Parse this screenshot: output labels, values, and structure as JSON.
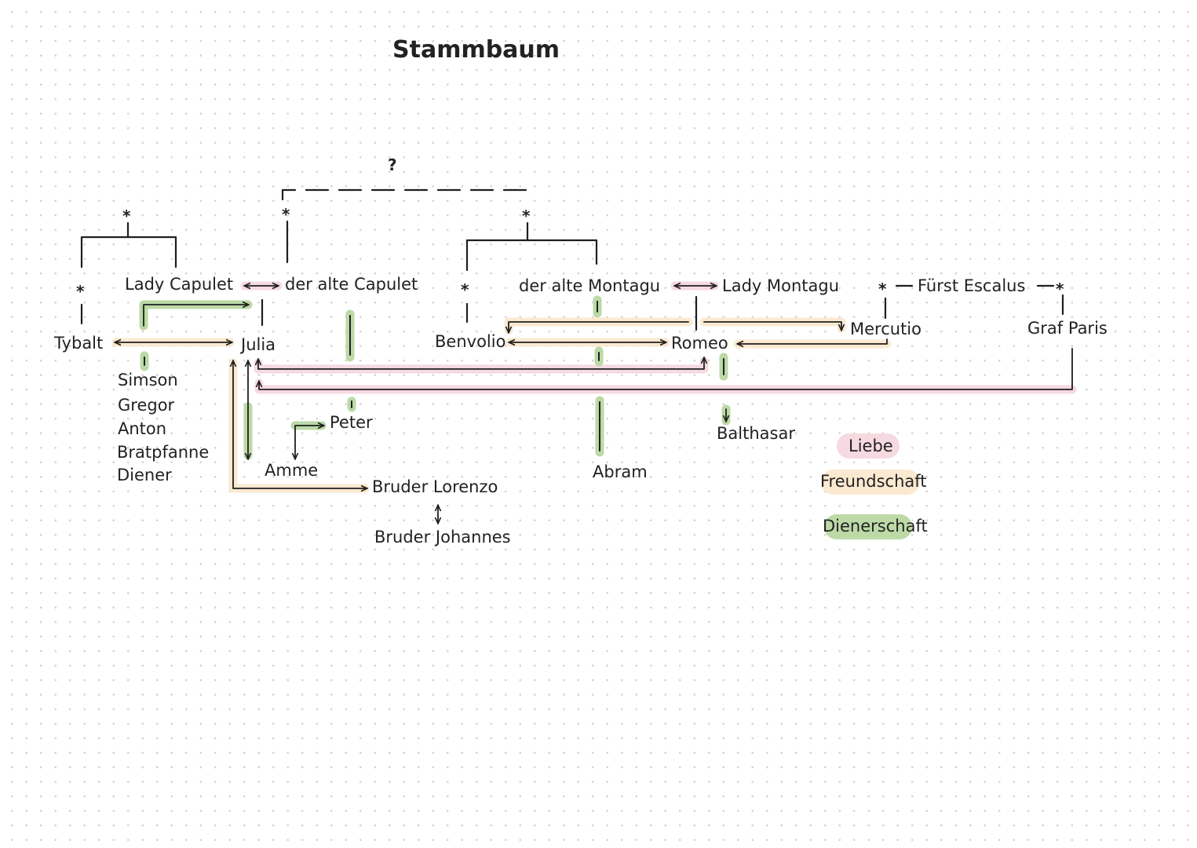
{
  "title": "Stammbaum",
  "question_mark": "?",
  "star": "*",
  "characters": {
    "lady_capulet": "Lady Capulet",
    "alter_capulet": "der alte Capulet",
    "alter_montagu": "der alte Montagu",
    "lady_montagu": "Lady Montagu",
    "fuerst_escalus": "Fürst Escalus",
    "tybalt": "Tybalt",
    "julia": "Julia",
    "benvolio": "Benvolio",
    "romeo": "Romeo",
    "mercutio": "Mercutio",
    "graf_paris": "Graf Paris",
    "simson": "Simson",
    "gregor": "Gregor",
    "anton": "Anton",
    "bratpfanne": "Bratpfanne",
    "diener": "Diener",
    "peter": "Peter",
    "amme": "Amme",
    "bruder_lorenzo": "Bruder Lorenzo",
    "bruder_johannes": "Bruder Johannes",
    "abram": "Abram",
    "balthasar": "Balthasar"
  },
  "legend": {
    "liebe": "Liebe",
    "freundschaft": "Freundschaft",
    "dienerschaft": "Dienerschaft"
  },
  "colors": {
    "liebe": "#f6d9e1",
    "freundschaft": "#fbe9d1",
    "dienerschaft": "#bcd9a6",
    "line": "#1f1f1f"
  }
}
